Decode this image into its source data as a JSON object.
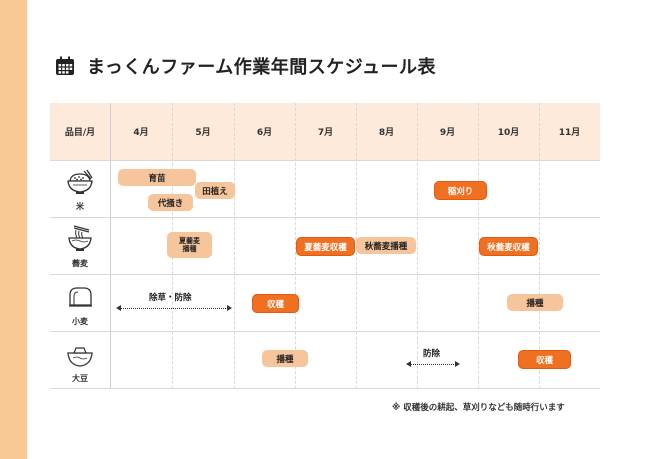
{
  "title": "まっくんファーム作業年間スケジュール表",
  "table": {
    "corner_label": "品目/月",
    "months": [
      "4月",
      "5月",
      "6月",
      "7月",
      "8月",
      "9月",
      "10月",
      "11月"
    ]
  },
  "crops": [
    {
      "label": "米",
      "icon": "rice-bowl-icon"
    },
    {
      "label": "蕎麦",
      "icon": "soba-bowl-icon"
    },
    {
      "label": "小麦",
      "icon": "bread-icon"
    },
    {
      "label": "大豆",
      "icon": "tofu-icon"
    }
  ],
  "tasks": {
    "rice": {
      "seedling": "育苗",
      "shirokaki": "代掻き",
      "taue": "田植え",
      "inekari": "稲刈り"
    },
    "soba": {
      "summer_sow_line1": "夏蕎麦",
      "summer_sow_line2": "播種",
      "summer_harvest": "夏蕎麦収穫",
      "autumn_sow": "秋蕎麦播種",
      "autumn_harvest": "秋蕎麦収穫"
    },
    "wheat": {
      "weeding": "除草・防除",
      "harvest": "収穫",
      "sowing": "播種"
    },
    "soy": {
      "sowing": "播種",
      "pest": "防除",
      "harvest": "収穫"
    }
  },
  "note": "※ 収穫後の耕起、草刈りなども随時行います",
  "colors": {
    "header_bg": "#fdeada",
    "light_bar": "#f6c59b",
    "dark_bar": "#f07022",
    "side_strip": "#f8c995"
  }
}
